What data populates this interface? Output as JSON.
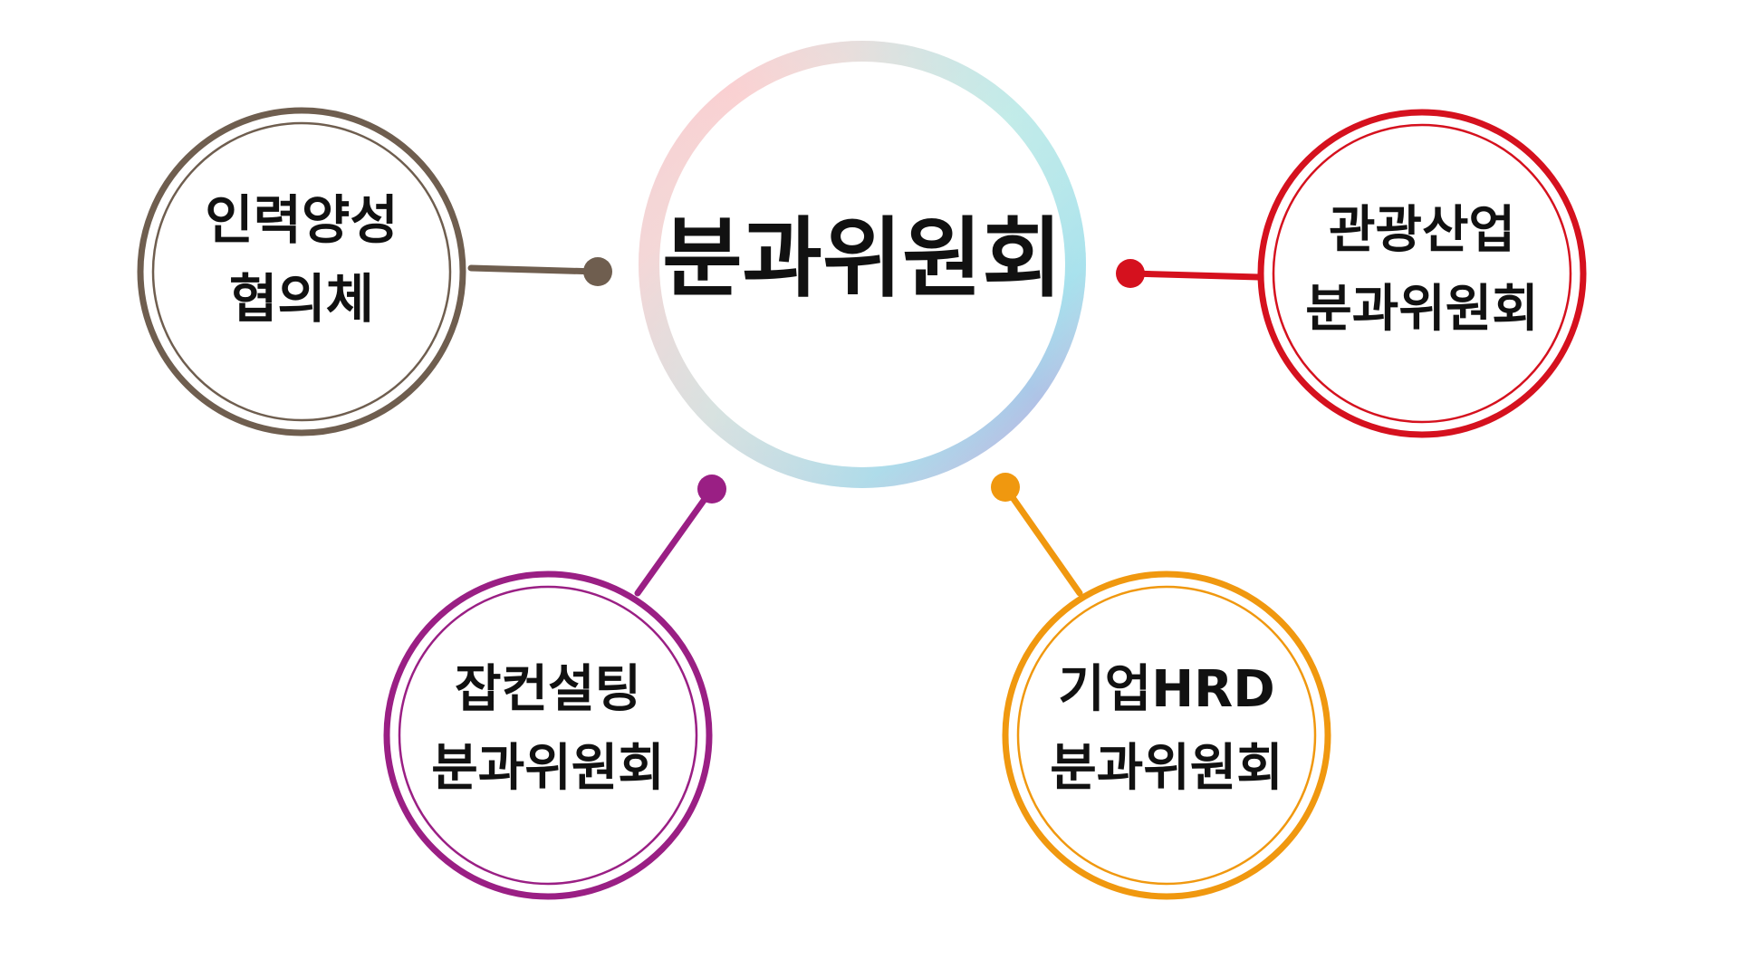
{
  "center": {
    "label": "분과위원회"
  },
  "nodes": {
    "workforce": {
      "line1": "인력양성",
      "line2": "협의체",
      "color": "#6f5e4f"
    },
    "tourism": {
      "line1": "관광산업",
      "line2": "분과위원회",
      "color": "#d5111e"
    },
    "jobconsulting": {
      "line1": "잡컨설팅",
      "line2": "분과위원회",
      "color": "#9a1f84"
    },
    "enterprise_hrd": {
      "line1": "기업HRD",
      "line2": "분과위원회",
      "color": "#f0980f"
    }
  }
}
